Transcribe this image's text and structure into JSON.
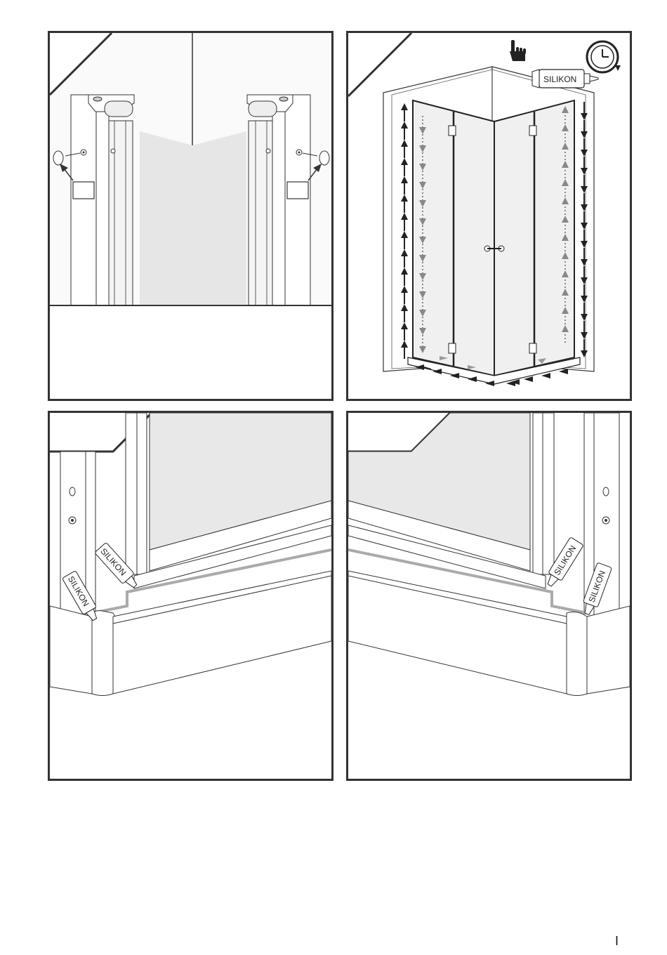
{
  "document": {
    "panels": [
      {
        "id": "step-1",
        "content": "hinge cap installation detail"
      },
      {
        "id": "step-2",
        "content": "silicone sealing of enclosure"
      },
      {
        "id": "step-3",
        "content": "left bottom corner silicone"
      },
      {
        "id": "step-4",
        "content": "right bottom corner silicone"
      }
    ],
    "silicone_label": "SILIKON",
    "icons": [
      "hand-pointer-icon",
      "clock-rotate-icon"
    ],
    "page_mark": "I"
  }
}
